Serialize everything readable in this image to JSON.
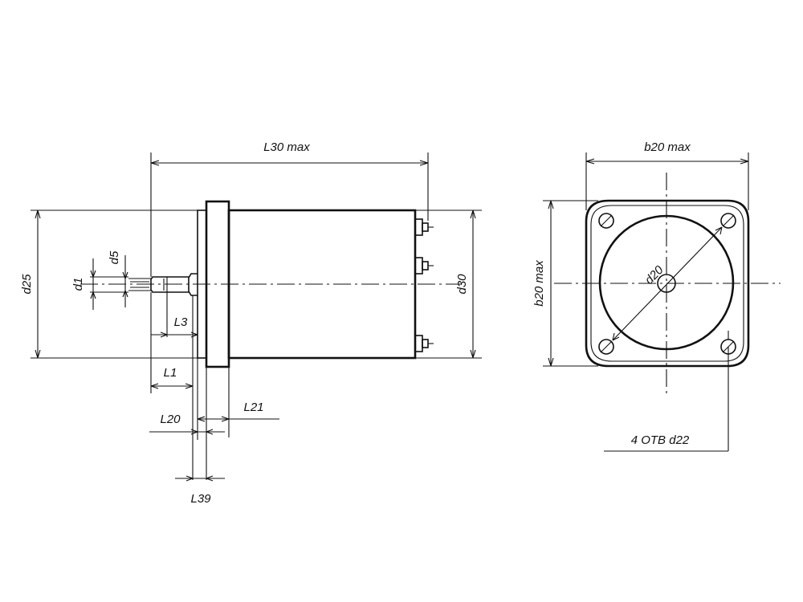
{
  "side_view": {
    "labels": {
      "L30": "L30 max",
      "d25": "d25",
      "d30": "d30",
      "d1": "d1",
      "d5": "d5",
      "L3": "L3",
      "L1": "L1",
      "L20": "L20",
      "L21": "L21",
      "L39": "L39"
    }
  },
  "end_view": {
    "labels": {
      "b20_top": "b20 max",
      "b20_side": "b20 max",
      "d20": "d20",
      "holes": "4 ОТВ d22"
    }
  },
  "colors": {
    "line": "#111111",
    "background": "#ffffff"
  }
}
